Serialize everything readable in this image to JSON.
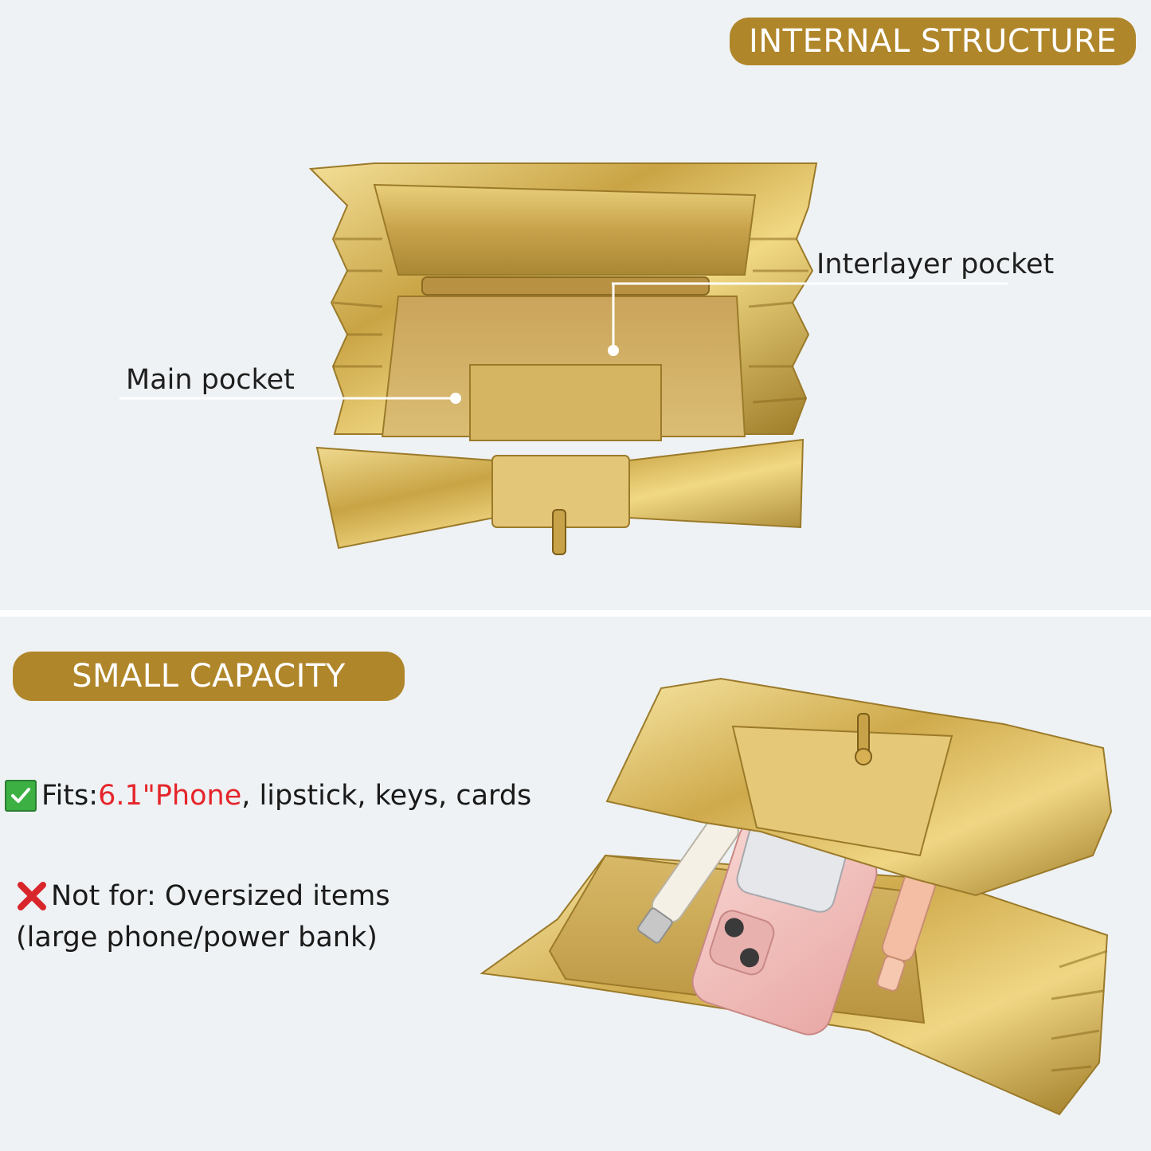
{
  "top_section": {
    "title": "INTERNAL STRUCTURE",
    "callouts": {
      "interlayer": "Interlayer pocket",
      "main": "Main pocket"
    }
  },
  "bottom_section": {
    "title": "SMALL CAPACITY",
    "fits": {
      "prefix": "Fits: ",
      "highlight": "6.1\"Phone",
      "rest": ", lipstick, keys, cards"
    },
    "not_for": {
      "line1": "Not for: Oversized items",
      "line2": "(large phone/power bank)"
    }
  },
  "colors": {
    "accent": "#b0862a",
    "highlight": "#e5252a",
    "check": "#3cb043",
    "cross": "#d9262b",
    "background": "#eef2f4"
  },
  "icons": [
    "check-mark-icon",
    "cross-mark-icon"
  ]
}
